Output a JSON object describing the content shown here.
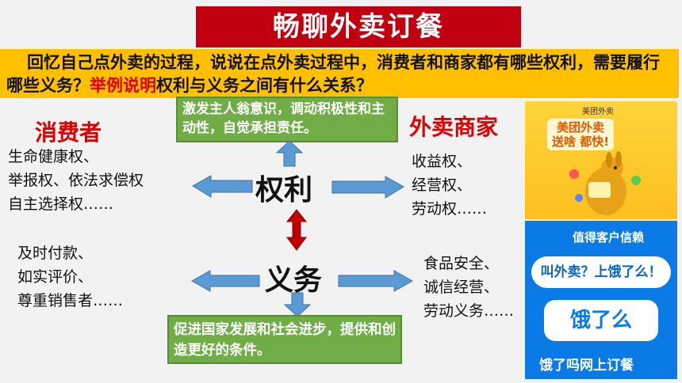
{
  "title": "畅聊外卖订餐",
  "question": {
    "part1": "回忆自己点外卖的过程，说说在点外卖过程中，消费者和商家都有哪些权利，需要履行哪些义务？",
    "highlight": "举例说明",
    "part2": "权利与义务之间有什么关系？"
  },
  "rights_note": "激发主人翁意识，调动积极性和主动性，自觉承担责任。",
  "duties_note": "促进国家发展和社会进步，提供和创造更好的条件。",
  "consumer_heading": "消费者",
  "merchant_heading": "外卖商家",
  "center": {
    "rights": "权利",
    "duties": "义务"
  },
  "consumer_rights": [
    "生命健康权、",
    "举报权、依法求偿权",
    "自主选择权……"
  ],
  "merchant_rights": [
    "收益权、",
    "经营权、",
    "劳动权……"
  ],
  "consumer_duties": [
    "及时付款、",
    "如实评价、",
    "尊重销售者……"
  ],
  "merchant_duties": [
    "食品安全、",
    "诚信经营、",
    "劳动义务……"
  ],
  "meituan_ad": {
    "brand": "美团外卖",
    "slogan_line1": "美团外卖",
    "slogan_line2": "送啥 都快!"
  },
  "eleme_ad": {
    "top": "值得客户信赖",
    "banner": "叫外卖？上饿了么！",
    "logo": "饿了么",
    "bottom": "饿了吗网上订餐"
  },
  "colors": {
    "title_bg": "#c0000f",
    "question_bg": "#ffc000",
    "highlight": "#e00000",
    "note_bg": "#70ad47",
    "arrow_blue": "#5b9bd5",
    "arrow_red": "#c00000"
  }
}
